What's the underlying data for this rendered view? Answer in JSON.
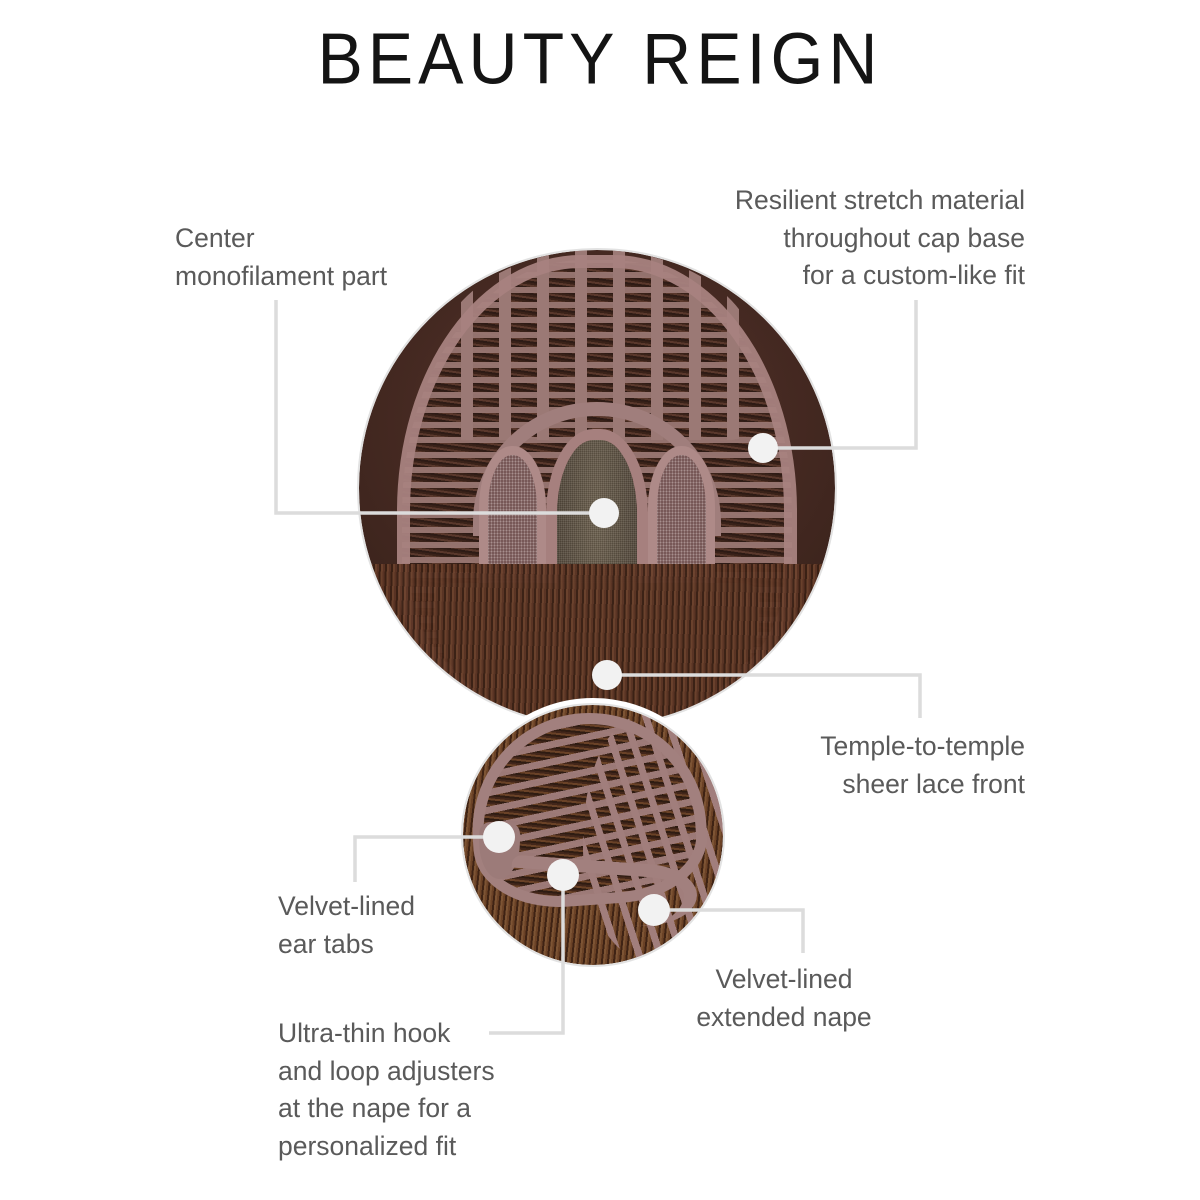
{
  "page": {
    "brand_title": "BEAUTY REIGN",
    "background_color": "#ffffff",
    "label_color": "#5a5a5a",
    "leader_color": "#dcdcdc",
    "dot_color": "#f2f2f2",
    "cap_weft_color": "#9c7b79",
    "cap_hair_color": "#4a2c24",
    "mono_mesh_color": "#5f5345"
  },
  "callouts": [
    {
      "id": "center-monofilament-part",
      "text": "Center\nmonofilament part",
      "align": "left"
    },
    {
      "id": "resilient-stretch-material",
      "text": "Resilient stretch material\nthroughout cap base\nfor a custom-like fit",
      "align": "right"
    },
    {
      "id": "temple-to-temple-sheer-lace-front",
      "text": "Temple-to-temple\nsheer lace front",
      "align": "right"
    },
    {
      "id": "velvet-lined-ear-tabs",
      "text": "Velvet-lined\near tabs",
      "align": "left"
    },
    {
      "id": "velvet-lined-extended-nape",
      "text": "Velvet-lined\nextended nape",
      "align": "center"
    },
    {
      "id": "ultra-thin-hook-and-loop-adjusters",
      "text": "Ultra-thin hook\nand loop adjusters\nat the nape for a\npersonalized fit",
      "align": "left"
    }
  ],
  "images": [
    {
      "id": "wig-cap-top-view",
      "alt": "Wig cap interior, top-down view showing wefting, monofilament part and lace front"
    },
    {
      "id": "wig-cap-side-view",
      "alt": "Wig cap side and back view showing ear tab, wefting grid and extended nape"
    }
  ]
}
